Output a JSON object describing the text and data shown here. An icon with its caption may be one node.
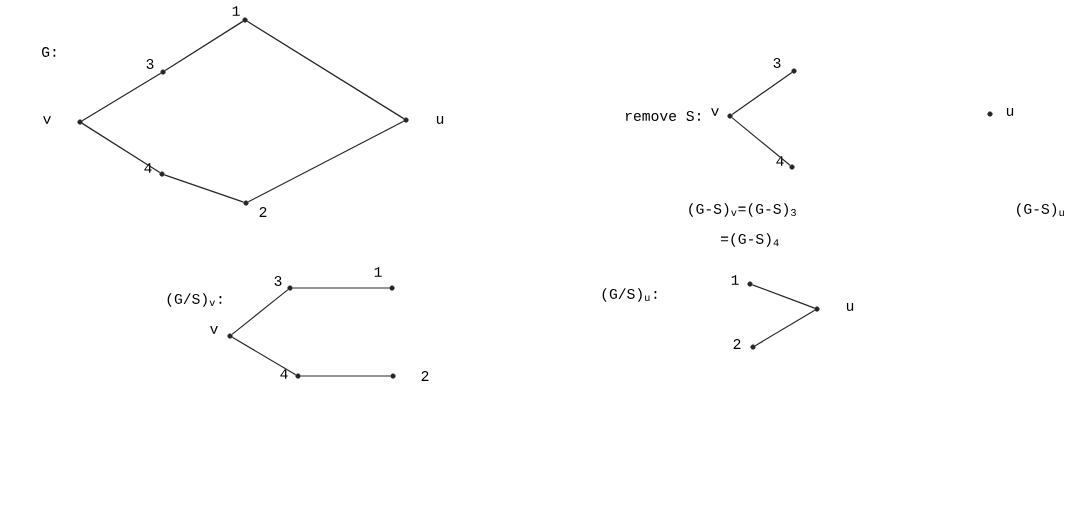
{
  "diagram": {
    "nodes": [
      {
        "text": [],
        "shape": "circle",
        "beside": [
          "1"
        ]
      },
      {
        "text": [],
        "shape": "circle",
        "beside": [
          "3"
        ]
      },
      {
        "text": [],
        "shape": "circle",
        "beside": [
          "v"
        ]
      },
      {
        "text": [],
        "shape": "circle",
        "beside": [
          "u"
        ]
      },
      {
        "text": [],
        "shape": "circle",
        "beside": [
          "4"
        ]
      },
      {
        "text": [],
        "shape": "circle",
        "beside": [
          "2"
        ]
      },
      {
        "text": [],
        "shape": "circle",
        "beside": [
          "3"
        ]
      },
      {
        "text": [],
        "shape": "circle",
        "beside": [
          "v"
        ]
      },
      {
        "text": [],
        "shape": "circle",
        "beside": [
          "u"
        ]
      },
      {
        "text": [],
        "shape": "circle",
        "beside": [
          "4"
        ]
      },
      {
        "text": [],
        "shape": "circle",
        "beside": [
          "1"
        ]
      },
      {
        "text": [],
        "shape": "circle",
        "beside": [
          "3"
        ]
      },
      {
        "text": [],
        "shape": "circle",
        "beside": [
          "v"
        ]
      },
      {
        "text": [],
        "shape": "circle",
        "beside": [
          "4"
        ]
      },
      {
        "text": [],
        "shape": "circle",
        "beside": [
          "2"
        ]
      },
      {
        "text": [],
        "shape": "circle",
        "beside": [
          "1"
        ]
      },
      {
        "text": [],
        "shape": "circle",
        "beside": [
          "u"
        ]
      },
      {
        "text": [],
        "shape": "circle",
        "beside": [
          "2"
        ]
      }
    ],
    "edges": [
      {
        "from": 1,
        "to": 0,
        "arrow": "none"
      },
      {
        "from": 2,
        "to": 1,
        "arrow": "none"
      },
      {
        "from": 2,
        "to": 4,
        "arrow": "none"
      },
      {
        "from": 4,
        "to": 5,
        "arrow": "none"
      },
      {
        "from": 5,
        "to": 3,
        "arrow": "none"
      },
      {
        "from": 3,
        "to": 0,
        "arrow": "none"
      },
      {
        "from": 7,
        "to": 6,
        "arrow": "none"
      },
      {
        "from": 7,
        "to": 9,
        "arrow": "none"
      },
      {
        "from": 12,
        "to": 11,
        "arrow": "none"
      },
      {
        "from": 11,
        "to": 10,
        "arrow": "none"
      },
      {
        "from": 12,
        "to": 13,
        "arrow": "none"
      },
      {
        "from": 13,
        "to": 14,
        "arrow": "none"
      },
      {
        "from": 15,
        "to": 16,
        "arrow": "none"
      },
      {
        "from": 17,
        "to": 16,
        "arrow": "none"
      }
    ],
    "labels": [
      "G:",
      "remove S:",
      "(G-S)$_{v}$=(G-S)$_{3}$",
      "(G-S)$_{u}$",
      "=(G-S)$_{4}$",
      "(G/S)$_{v}$:",
      "(G/S)$_{u}$:"
    ]
  }
}
